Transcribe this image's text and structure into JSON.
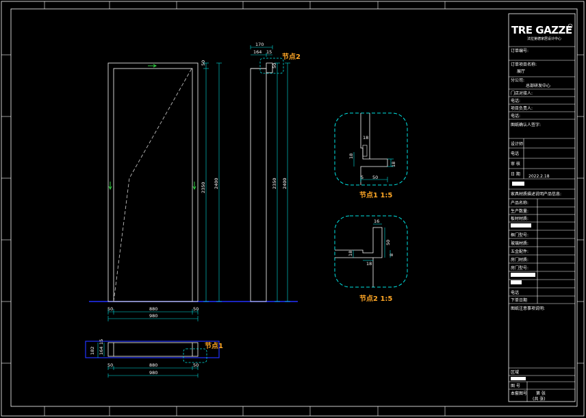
{
  "logo": {
    "brand": "TRE GAZZE",
    "sub": "法拉第德家居设计中心"
  },
  "title_block": {
    "order_no_label": "订单编号:",
    "project_label": "订单项目名称:",
    "project_value": "展厅",
    "branch_label": "分公司:",
    "branch_value": "总部研发中心",
    "store_contact_label": "门店对接人:",
    "phone1_label": "电话:",
    "project_lead_label": "项目负责人:",
    "phone2_label": "电话:",
    "drawing_confirm_label": "图纸确认人签字:",
    "designer_label": "设计师",
    "phone3_label": "电话",
    "review_label": "审 核",
    "date_label": "日 期",
    "date_value": "2022.2.18",
    "product_info_label": "家具材质描述说明产品信息:",
    "product_name_label": "产品名称:",
    "production_qty_label": "生产数量:",
    "panel_material_label": "板材材质:",
    "frame_model_label": "框门型号:",
    "glass_material_label": "玻璃材质:",
    "accessory_label": "五金配件:",
    "door_material_label": "房门材质:",
    "door_model_label": "房门型号:",
    "phone4_label": "电话",
    "order_date_label": "下单日期",
    "remarks_label": "图纸注意事项说明:",
    "zone_label": "区域",
    "drawing_no_label": "图 号",
    "sheet_no_label": "本套图号",
    "sheet_page_label": "第 张",
    "total_label": "(共 张)"
  },
  "callouts": {
    "node1_tag": "节点1",
    "node2_tag": "节点2",
    "node1_title": "节点1  1:5",
    "node2_title": "节点2  1:5"
  },
  "dims": {
    "front_width": "980",
    "front_inner": "880",
    "front_left": "50",
    "front_right": "50",
    "front_height_a": "2350",
    "front_height_b": "2400",
    "front_top": "50",
    "side_top": "170",
    "side_a": "164",
    "side_b": "15",
    "side_c": "50",
    "side_height_a": "2350",
    "side_height_b": "2400",
    "plan_depth_a": "182",
    "plan_depth_b": "164",
    "plan_depth_c": "15",
    "plan_left": "50",
    "plan_inner": "880",
    "plan_right": "50",
    "plan_width": "980",
    "n1_a": "18",
    "n1_b": "18",
    "n1_c": "18",
    "n1_w": "50",
    "n1_s": "5",
    "n2_a": "16",
    "n2_b": "50",
    "n2_c": "18",
    "n2_d": "18",
    "n2_e": "8"
  }
}
